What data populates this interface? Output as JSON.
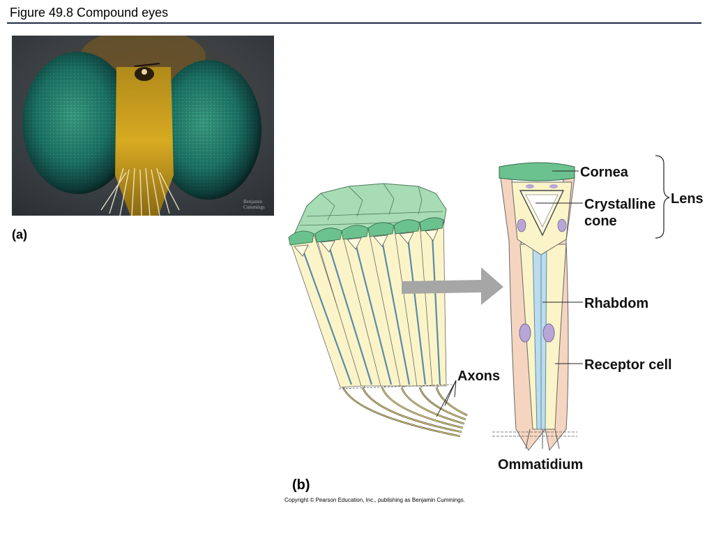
{
  "header": {
    "title": "Figure 49.8  Compound eyes"
  },
  "panel_a": {
    "label": "(a)",
    "watermark_line1": "Benjamin",
    "watermark_line2": "Cummings"
  },
  "panel_b": {
    "label": "(b)",
    "labels": {
      "cornea": "Cornea",
      "crystalline_line1": "Crystalline",
      "crystalline_line2": "cone",
      "lens": "Lens",
      "rhabdom": "Rhabdom",
      "receptor_cell": "Receptor cell",
      "axons": "Axons",
      "ommatidium": "Ommatidium"
    }
  },
  "footer": {
    "copyright": "Copyright © Pearson Education, Inc., publishing as Benjamin Cummings."
  },
  "colors": {
    "cornea_green": "#6cc28e",
    "facet_green": "#a8dcb4",
    "cone_yellow": "#fbf4c8",
    "receptor_pink": "#f5d5c0",
    "rhabdom_blue": "#bcdcec",
    "nucleus_purple": "#b7a6d6",
    "eye_teal": "#1d7a6a",
    "head_yellow": "#c89a18",
    "arrow_gray": "#a6a6a6"
  }
}
